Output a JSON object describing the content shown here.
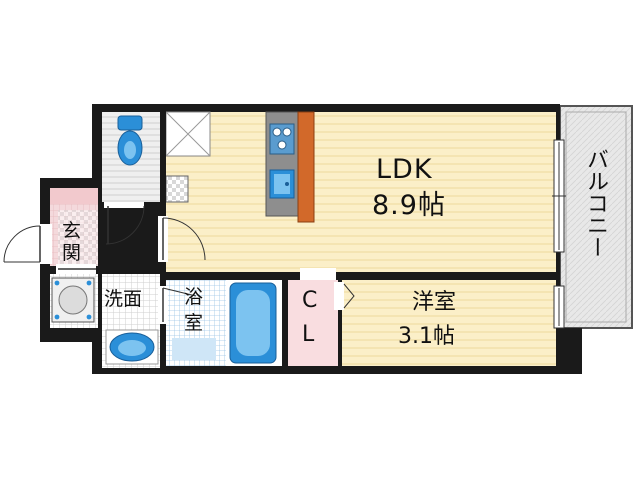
{
  "rooms": {
    "ldk": {
      "name": "LDK",
      "size": "8.9帖"
    },
    "western": {
      "name": "洋室",
      "size": "3.1帖"
    },
    "closet": {
      "line1": "C",
      "line2": "L"
    },
    "balcony": {
      "name": "バルコニー"
    },
    "entrance": {
      "line1": "玄",
      "line2": "関"
    },
    "washroom": {
      "name": "洗面"
    },
    "bathroom": {
      "line1": "浴",
      "line2": "室"
    }
  },
  "colors": {
    "wall": "#1a1a1a",
    "ldk_floor": "#fbefc8",
    "ldk_grain": "#f3e2ad",
    "western_floor": "#fbefc8",
    "closet_floor": "#f9dde0",
    "entrance_floor": "#f2d6d9",
    "balcony_floor": "#e6e6e6",
    "tile": "#dcdcdc",
    "fixture_blue": "#2b8fd8",
    "counter": "#d2692a",
    "kitchen_gray": "#8e8e8e"
  }
}
